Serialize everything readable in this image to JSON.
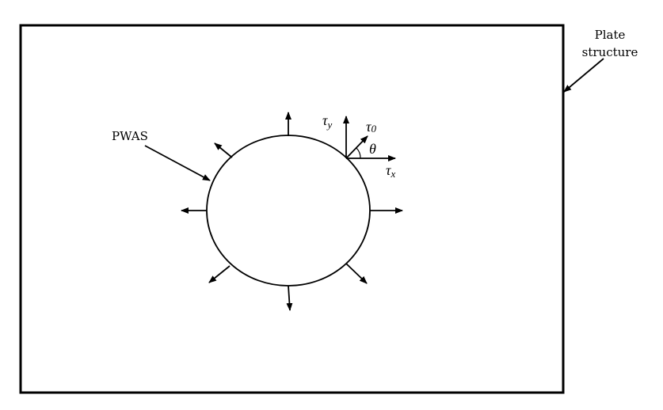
{
  "labels": {
    "pwas": "PWAS",
    "plate_line1": "Plate",
    "plate_line2": "structure",
    "tau": "τ",
    "tau_y_sub": "y",
    "tau_0_sub": "0",
    "tau_x_sub": "x",
    "theta": "θ"
  }
}
